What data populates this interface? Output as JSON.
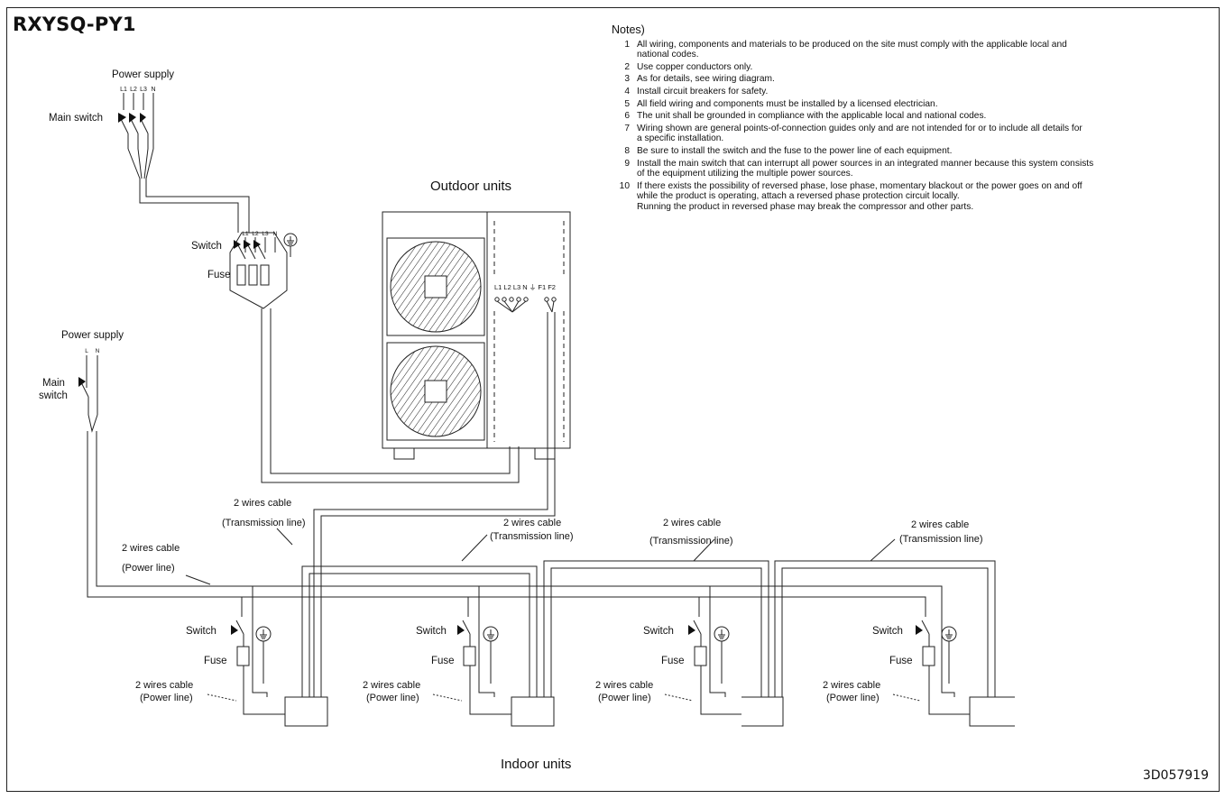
{
  "title": "RXYSQ-PY1",
  "document_number": "3D057919",
  "labels": {
    "outdoor_units": "Outdoor units",
    "indoor_units": "Indoor units",
    "power_supply_3ph": "Power supply",
    "main_switch_3ph": "Main switch",
    "power_supply_1ph": "Power supply",
    "main_switch_1ph_line1": "Main",
    "main_switch_1ph_line2": "switch",
    "switch": "Switch",
    "fuse": "Fuse",
    "phase_terminals": [
      "L1",
      "L2",
      "L3",
      "N"
    ],
    "single_phase_terminals": [
      "L",
      "N"
    ],
    "outdoor_terminal_block": "L1 L2 L3 N ⏚  F1 F2",
    "two_wires_cable": "2 wires cable",
    "transmission_line": "(Transmission line)",
    "power_line": "(Power line)"
  },
  "notes": {
    "heading": "Notes)",
    "items": [
      {
        "num": "1",
        "text": "All wiring, components and materials to be produced on the site must comply with the applicable local and\nnational codes."
      },
      {
        "num": "2",
        "text": "Use copper conductors only."
      },
      {
        "num": "3",
        "text": "As for details, see wiring diagram."
      },
      {
        "num": "4",
        "text": "Install circuit breakers for safety."
      },
      {
        "num": "5",
        "text": "All field wiring and components must be installed by a licensed electrician."
      },
      {
        "num": "6",
        "text": "The unit shall be grounded in compliance with the applicable local and national codes."
      },
      {
        "num": "7",
        "text": "Wiring shown are general points-of-connection guides only and are not intended for or to include all details for\na specific installation."
      },
      {
        "num": "8",
        "text": "Be sure to install the switch and the fuse to the power line of each equipment."
      },
      {
        "num": "9",
        "text": "Install the main switch that can interrupt all power sources in an integrated manner because this system consists\nof the equipment utilizing the multiple power sources."
      },
      {
        "num": "10",
        "text": "If there exists the possibility of reversed phase, lose phase, momentary blackout or the power goes on and off\nwhile the product is operating, attach a reversed phase protection circuit locally.\nRunning the product in reversed phase may break the compressor and other parts."
      }
    ]
  }
}
